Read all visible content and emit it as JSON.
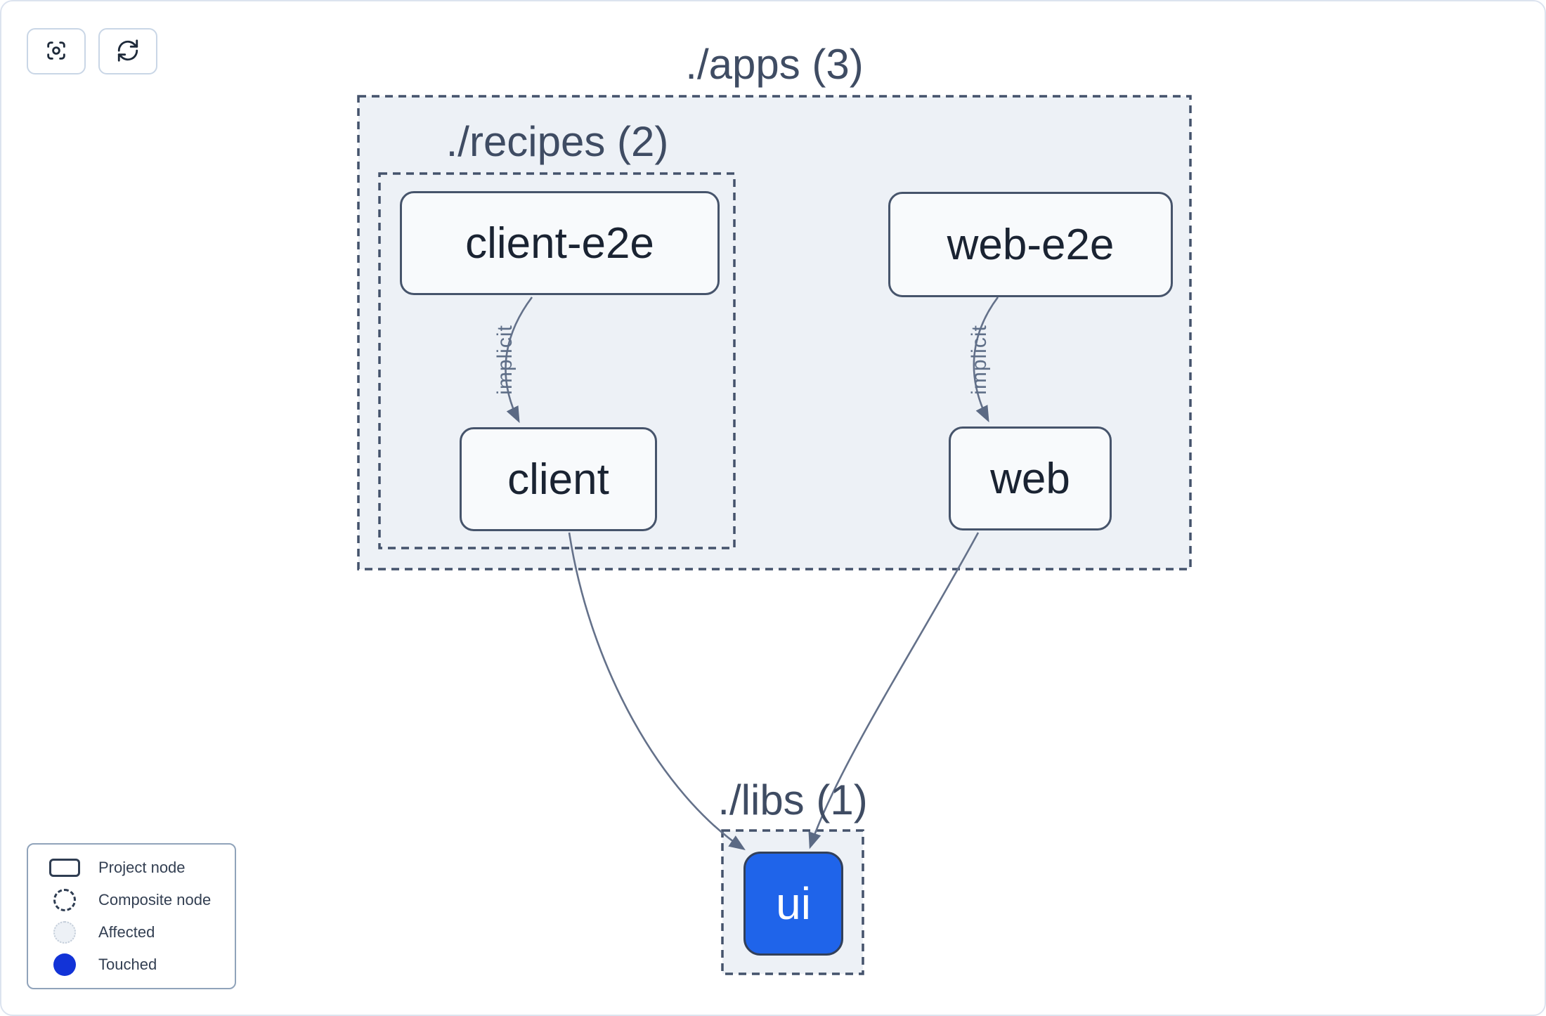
{
  "toolbar": {
    "buttons": [
      {
        "name": "focus-center-button",
        "icon": "focus-crosshair-icon"
      },
      {
        "name": "refresh-button",
        "icon": "refresh-icon"
      }
    ]
  },
  "graph": {
    "groups": [
      {
        "id": "apps",
        "label": "./apps (3)"
      },
      {
        "id": "recipes",
        "label": "./recipes (2)"
      },
      {
        "id": "libs",
        "label": "./libs (1)"
      }
    ],
    "nodes": [
      {
        "id": "client-e2e",
        "label": "client-e2e",
        "state": "default"
      },
      {
        "id": "web-e2e",
        "label": "web-e2e",
        "state": "default"
      },
      {
        "id": "client",
        "label": "client",
        "state": "default"
      },
      {
        "id": "web",
        "label": "web",
        "state": "default"
      },
      {
        "id": "ui",
        "label": "ui",
        "state": "touched"
      }
    ],
    "edges": [
      {
        "from": "client-e2e",
        "to": "client",
        "label": "implicit"
      },
      {
        "from": "web-e2e",
        "to": "web",
        "label": "implicit"
      },
      {
        "from": "client",
        "to": "ui",
        "label": ""
      },
      {
        "from": "web",
        "to": "ui",
        "label": ""
      }
    ]
  },
  "legend": {
    "items": [
      {
        "label": "Project node",
        "icon": "project-node-icon"
      },
      {
        "label": "Composite node",
        "icon": "composite-node-icon"
      },
      {
        "label": "Affected",
        "icon": "affected-icon"
      },
      {
        "label": "Touched",
        "icon": "touched-icon"
      }
    ]
  },
  "colors": {
    "touched_blue": "#1233d7",
    "ui_node_blue": "#1f64ea",
    "edge_slate": "#64718a",
    "composite_fill": "#edf1f6",
    "composite_border": "#44526b",
    "node_border": "#46546b",
    "node_text": "#1a2332",
    "group_label_text": "#3f4c63",
    "page_border": "#dce3ef"
  }
}
